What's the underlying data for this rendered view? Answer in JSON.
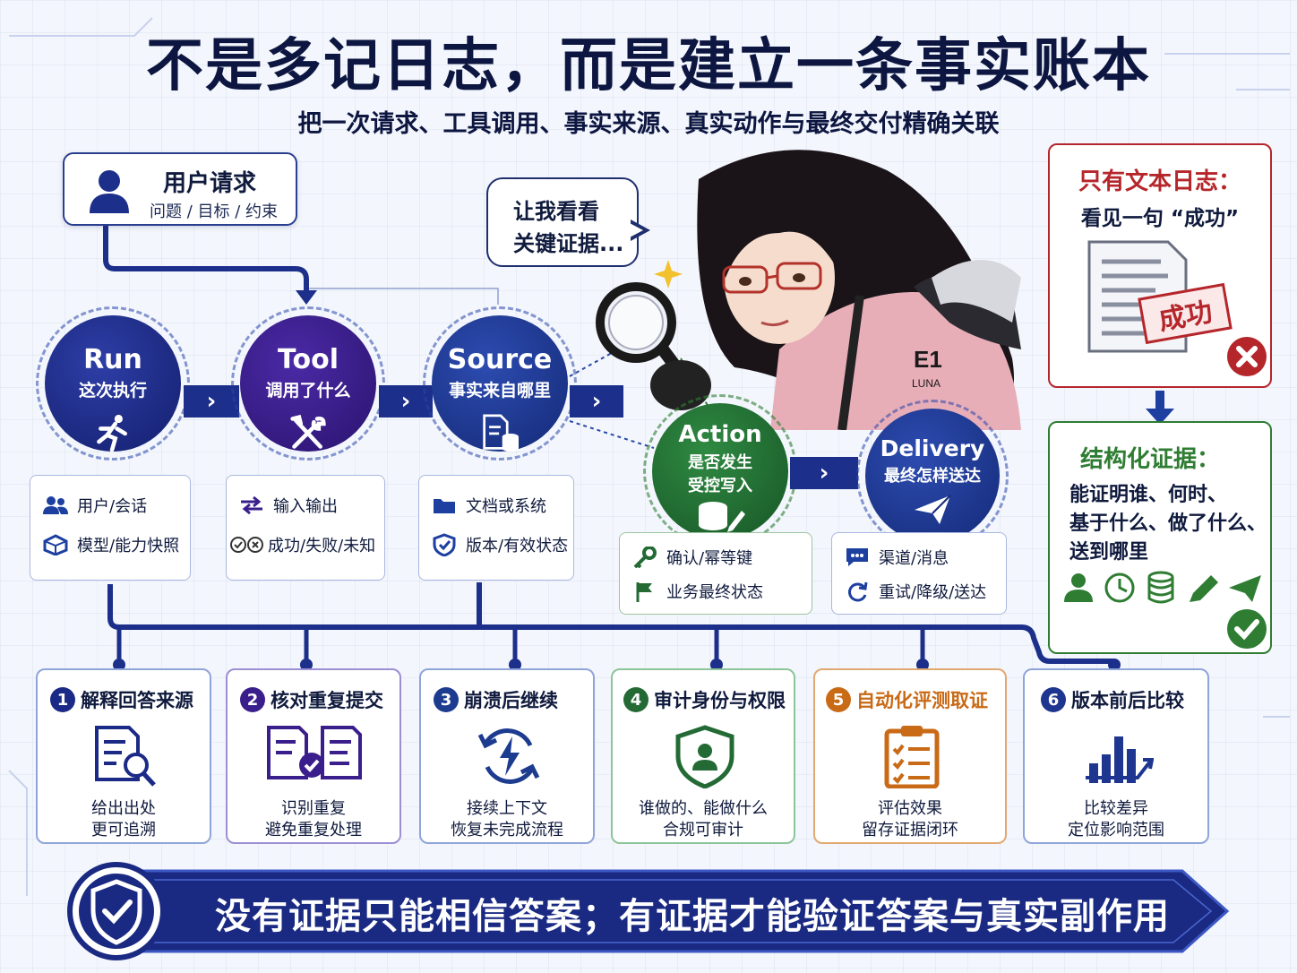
{
  "title": "不是多记日志，而是建立一条事实账本",
  "subtitle": "把一次请求、工具调用、事实来源、真实动作与最终交付精确关联",
  "request": {
    "title": "用户请求",
    "subtitle": "问题 / 目标 / 约束",
    "icon": "user-icon"
  },
  "bubble": {
    "line1": "让我看看",
    "line2": "关键证据..."
  },
  "character": {
    "badge_code": "E1",
    "badge_name": "LUNA"
  },
  "stages": [
    {
      "name": "Run",
      "desc": "这次执行",
      "icon": "running-person-icon",
      "color": "#1b2a86"
    },
    {
      "name": "Tool",
      "desc": "调用了什么",
      "icon": "tools-icon",
      "color": "#3a1f8c"
    },
    {
      "name": "Source",
      "desc": "事实来自哪里",
      "icon": "document-database-icon",
      "color": "#1d3b8f"
    },
    {
      "name": "Action",
      "desc1": "是否发生",
      "desc2": "受控写入",
      "icon": "database-edit-icon",
      "color": "#236a35"
    },
    {
      "name": "Delivery",
      "desc": "最终怎样送达",
      "icon": "paper-plane-icon",
      "color": "#1f3690"
    }
  ],
  "stage_details": [
    {
      "line1": "用户/会话",
      "line2": "模型/能力快照",
      "icon1": "users-icon",
      "icon2": "cube-icon"
    },
    {
      "line1": "输入输出",
      "line2": "成功/失败/未知",
      "icon1": "exchange-arrows-icon",
      "icon2": "check-x-icon"
    },
    {
      "line1": "文档或系统",
      "line2": "版本/有效状态",
      "icon1": "folder-icon",
      "icon2": "shield-check-icon"
    },
    {
      "line1": "确认/幂等键",
      "line2": "业务最终状态",
      "icon1": "key-icon",
      "icon2": "flag-icon"
    },
    {
      "line1": "渠道/消息",
      "line2": "重试/降级/送达",
      "icon1": "chat-icon",
      "icon2": "refresh-icon"
    }
  ],
  "text_log_panel": {
    "title": "只有文本日志：",
    "subtitle": "看见一句 “成功”",
    "stamp": "成功",
    "colors": {
      "red": "#b5262b"
    }
  },
  "evidence_panel": {
    "title": "结构化证据：",
    "line1": "能证明谁、何时、",
    "line2": "基于什么、做了什么、",
    "line3": "送到哪里",
    "colors": {
      "green": "#2e7d32"
    }
  },
  "use_cases": [
    {
      "num": "1",
      "title": "解释回答来源",
      "line1": "给出出处",
      "line2": "更可追溯",
      "color": "#1b2a86",
      "icon": "document-search-icon"
    },
    {
      "num": "2",
      "title": "核对重复提交",
      "line1": "识别重复",
      "line2": "避免重复处理",
      "color": "#3a1f8c",
      "icon": "documents-check-icon"
    },
    {
      "num": "3",
      "title": "崩溃后继续",
      "line1": "接续上下文",
      "line2": "恢复未完成流程",
      "color": "#1d3b8f",
      "icon": "recover-bolt-icon"
    },
    {
      "num": "4",
      "title": "审计身份与权限",
      "line1": "谁做的、能做什么",
      "line2": "合规可审计",
      "color": "#236a35",
      "icon": "shield-user-icon"
    },
    {
      "num": "5",
      "title": "自动化评测取证",
      "line1": "评估效果",
      "line2": "留存证据闭环",
      "color": "#c96a16",
      "icon": "clipboard-checklist-icon"
    },
    {
      "num": "6",
      "title": "版本前后比较",
      "line1": "比较差异",
      "line2": "定位影响范围",
      "color": "#1f3690",
      "icon": "bar-chart-trend-icon"
    }
  ],
  "banner": {
    "text": "没有证据只能相信答案；有证据才能验证答案与真实副作用",
    "icon": "shield-check-icon"
  }
}
